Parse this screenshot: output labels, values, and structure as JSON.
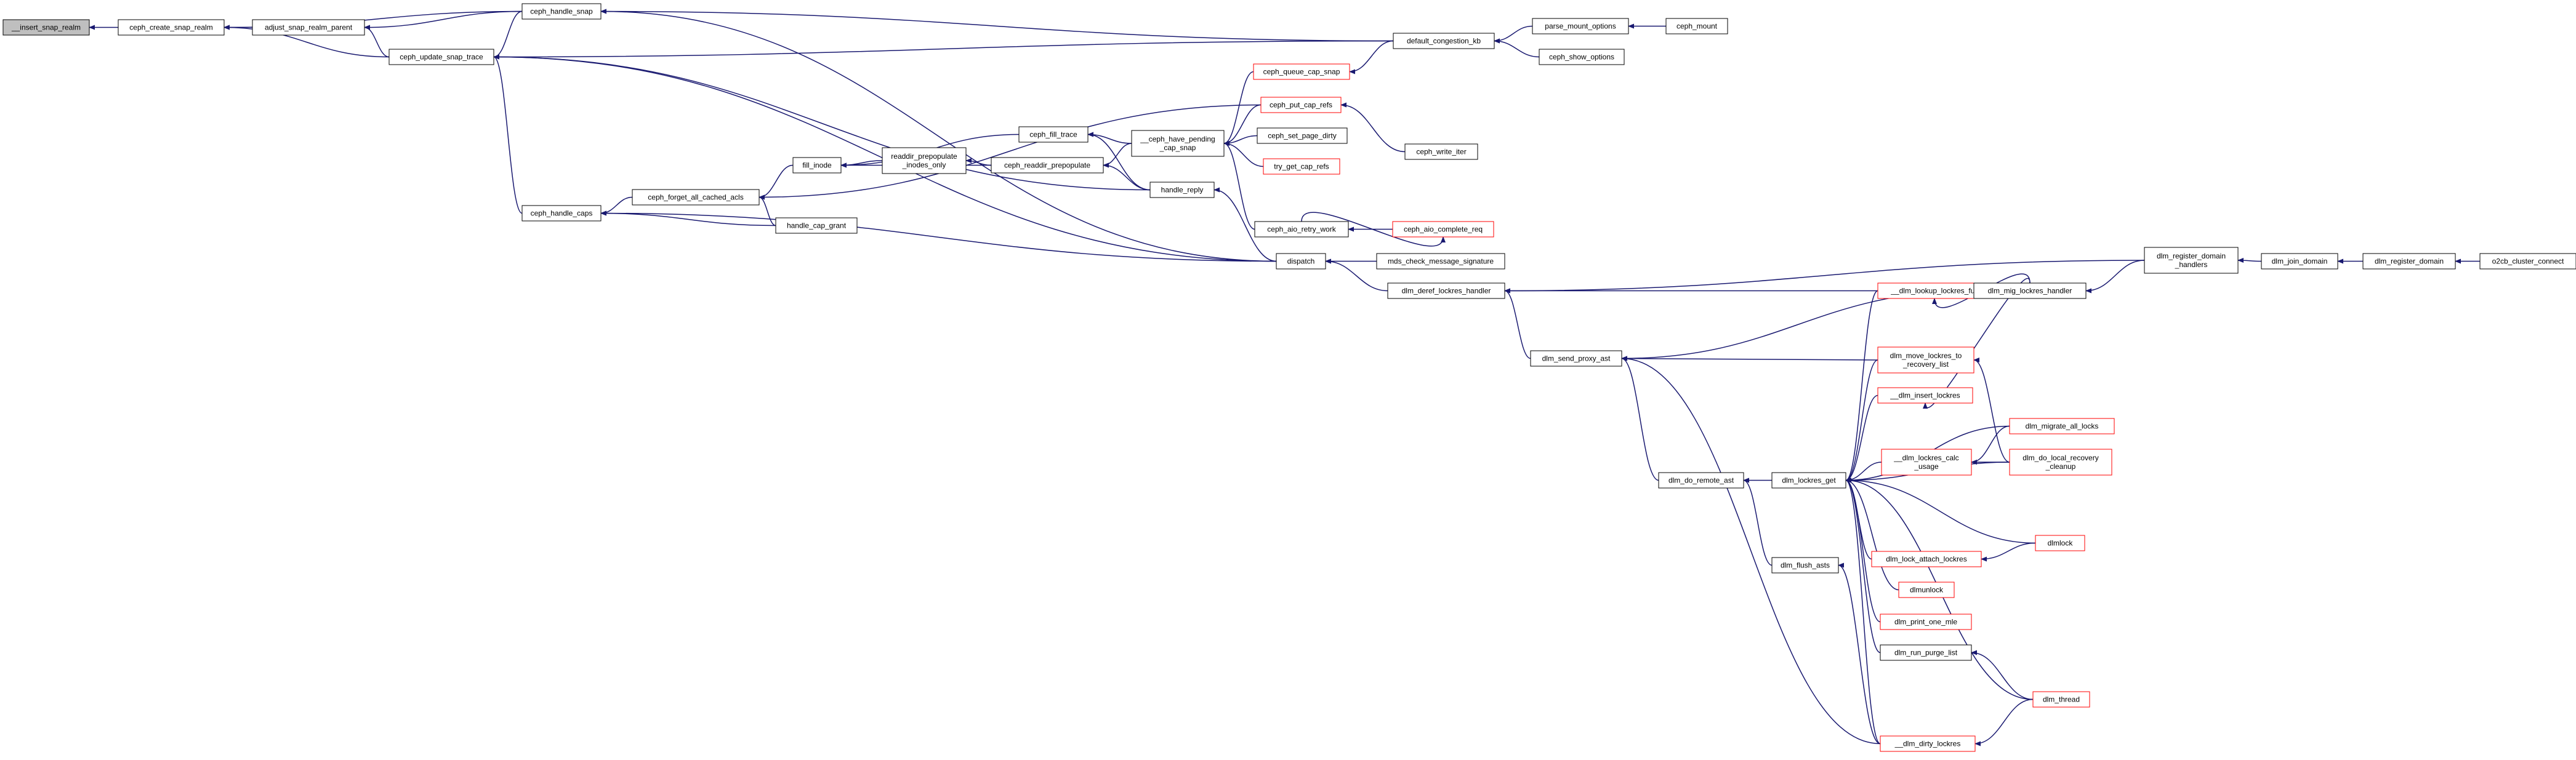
{
  "colors": {
    "edge": "#191970",
    "node_border": "#000000",
    "node_border_red": "#ff0000",
    "root_fill": "#bfbfbf",
    "text": "#000000",
    "text_red": "#ff0000"
  },
  "nodes": [
    {
      "id": "insert_snap_realm",
      "lines": [
        "__insert_snap_realm"
      ],
      "red": false,
      "root": true
    },
    {
      "id": "ceph_create_snap_realm",
      "lines": [
        "ceph_create_snap_realm"
      ],
      "red": false
    },
    {
      "id": "adjust_snap_realm_parent",
      "lines": [
        "adjust_snap_realm_parent"
      ],
      "red": false
    },
    {
      "id": "ceph_update_snap_trace",
      "lines": [
        "ceph_update_snap_trace"
      ],
      "red": false
    },
    {
      "id": "ceph_handle_snap",
      "lines": [
        "ceph_handle_snap"
      ],
      "red": false
    },
    {
      "id": "ceph_handle_caps",
      "lines": [
        "ceph_handle_caps"
      ],
      "red": false
    },
    {
      "id": "ceph_forget_all_cached_acls",
      "lines": [
        "ceph_forget_all_cached_acls"
      ],
      "red": false
    },
    {
      "id": "handle_cap_grant",
      "lines": [
        "handle_cap_grant"
      ],
      "red": false
    },
    {
      "id": "fill_inode",
      "lines": [
        "fill_inode"
      ],
      "red": false
    },
    {
      "id": "readdir_prepopulate_inodes_only",
      "lines": [
        "readdir_prepopulate",
        "_inodes_only"
      ],
      "red": false
    },
    {
      "id": "ceph_fill_trace",
      "lines": [
        "ceph_fill_trace"
      ],
      "red": false
    },
    {
      "id": "ceph_readdir_prepopulate",
      "lines": [
        "ceph_readdir_prepopulate"
      ],
      "red": false
    },
    {
      "id": "handle_reply",
      "lines": [
        "handle_reply"
      ],
      "red": false
    },
    {
      "id": "dispatch",
      "lines": [
        "dispatch"
      ],
      "red": false
    },
    {
      "id": "ceph_have_pending_cap_snap",
      "lines": [
        "__ceph_have_pending",
        "_cap_snap"
      ],
      "red": false
    },
    {
      "id": "ceph_queue_cap_snap",
      "lines": [
        "ceph_queue_cap_snap"
      ],
      "red": true
    },
    {
      "id": "ceph_put_cap_refs",
      "lines": [
        "ceph_put_cap_refs"
      ],
      "red": true
    },
    {
      "id": "ceph_set_page_dirty",
      "lines": [
        "ceph_set_page_dirty"
      ],
      "red": false
    },
    {
      "id": "try_get_cap_refs",
      "lines": [
        "try_get_cap_refs"
      ],
      "red": true
    },
    {
      "id": "ceph_aio_retry_work",
      "lines": [
        "ceph_aio_retry_work"
      ],
      "red": false
    },
    {
      "id": "ceph_aio_complete_req",
      "lines": [
        "ceph_aio_complete_req"
      ],
      "red": true
    },
    {
      "id": "ceph_write_iter",
      "lines": [
        "ceph_write_iter"
      ],
      "red": false
    },
    {
      "id": "mds_check_message_signature",
      "lines": [
        "mds_check_message_signature"
      ],
      "red": false
    },
    {
      "id": "default_congestion_kb",
      "lines": [
        "default_congestion_kb"
      ],
      "red": false
    },
    {
      "id": "parse_mount_options",
      "lines": [
        "parse_mount_options"
      ],
      "red": false
    },
    {
      "id": "ceph_mount",
      "lines": [
        "ceph_mount"
      ],
      "red": false
    },
    {
      "id": "ceph_show_options",
      "lines": [
        "ceph_show_options"
      ],
      "red": false
    },
    {
      "id": "dlm_deref_lockres_handler",
      "lines": [
        "dlm_deref_lockres_handler"
      ],
      "red": false
    },
    {
      "id": "dlm_send_proxy_ast",
      "lines": [
        "dlm_send_proxy_ast"
      ],
      "red": false
    },
    {
      "id": "dlm_do_remote_ast",
      "lines": [
        "dlm_do_remote_ast"
      ],
      "red": false
    },
    {
      "id": "dlm_flush_asts",
      "lines": [
        "dlm_flush_asts"
      ],
      "red": false
    },
    {
      "id": "dlm_lockres_get",
      "lines": [
        "dlm_lockres_get"
      ],
      "red": false
    },
    {
      "id": "dlm_lookup_lockres_full",
      "lines": [
        "__dlm_lookup_lockres_full"
      ],
      "red": true
    },
    {
      "id": "dlm_move_lockres_to_recovery_list",
      "lines": [
        "dlm_move_lockres_to",
        "_recovery_list"
      ],
      "red": true
    },
    {
      "id": "dlm_insert_lockres",
      "lines": [
        "__dlm_insert_lockres"
      ],
      "red": true
    },
    {
      "id": "dlm_lockres_calc_usage",
      "lines": [
        "__dlm_lockres_calc",
        "_usage"
      ],
      "red": true
    },
    {
      "id": "dlm_lock_attach_lockres",
      "lines": [
        "dlm_lock_attach_lockres"
      ],
      "red": true
    },
    {
      "id": "dlmunlock",
      "lines": [
        "dlmunlock"
      ],
      "red": true
    },
    {
      "id": "dlm_print_one_mle",
      "lines": [
        "dlm_print_one_mle"
      ],
      "red": true
    },
    {
      "id": "dlm_run_purge_list",
      "lines": [
        "dlm_run_purge_list"
      ],
      "red": false
    },
    {
      "id": "dlm_dirty_lockres",
      "lines": [
        "__dlm_dirty_lockres"
      ],
      "red": true
    },
    {
      "id": "dlm_mig_lockres_handler",
      "lines": [
        "dlm_mig_lockres_handler"
      ],
      "red": false
    },
    {
      "id": "dlm_migrate_all_locks",
      "lines": [
        "dlm_migrate_all_locks"
      ],
      "red": true
    },
    {
      "id": "dlm_do_local_recovery_cleanup",
      "lines": [
        "dlm_do_local_recovery",
        "_cleanup"
      ],
      "red": true
    },
    {
      "id": "dlmlock",
      "lines": [
        "dlmlock"
      ],
      "red": true
    },
    {
      "id": "dlm_thread",
      "lines": [
        "dlm_thread"
      ],
      "red": true
    },
    {
      "id": "dlm_register_domain_handlers",
      "lines": [
        "dlm_register_domain",
        "_handlers"
      ],
      "red": false
    },
    {
      "id": "dlm_join_domain",
      "lines": [
        "dlm_join_domain"
      ],
      "red": false
    },
    {
      "id": "dlm_register_domain",
      "lines": [
        "dlm_register_domain"
      ],
      "red": false
    },
    {
      "id": "o2cb_cluster_connect",
      "lines": [
        "o2cb_cluster_connect"
      ],
      "red": false
    }
  ]
}
